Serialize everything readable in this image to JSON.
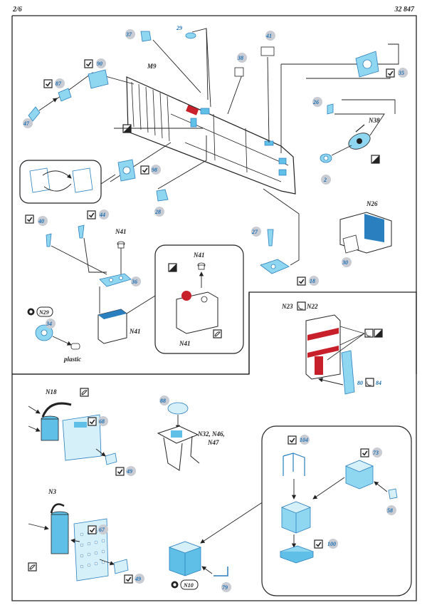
{
  "page": {
    "page_number": "2/6",
    "set_code": "32 847"
  },
  "colors": {
    "part_blue": "#5fbfe6",
    "part_dark": "#2a7fbf",
    "bubble": "#c9ccd2",
    "red": "#c8202a",
    "line": "#222222"
  },
  "models": {
    "m9": "M9",
    "n38": "N38",
    "n26": "N26",
    "n41": "N41",
    "n23": "N23",
    "n22": "N22",
    "n29": "N29",
    "n18": "N18",
    "n3": "N3",
    "n10": "N10",
    "n32": "N32, N46,",
    "n47": "N47"
  },
  "notes": {
    "plastic": "plastic"
  },
  "parts": {
    "p2": "2",
    "p18": "18",
    "p26": "26",
    "p27": "27",
    "p28": "28",
    "p29": "29",
    "p30": "30",
    "p34": "34",
    "p35": "35",
    "p36": "36",
    "p37": "37",
    "p38": "38",
    "p40": "40",
    "p41": "41",
    "p44": "44",
    "p47": "47",
    "p49a": "49",
    "p49b": "49",
    "p58": "58",
    "p67": "67",
    "p68": "68",
    "p73": "73",
    "p79": "79",
    "p80": "80",
    "p84": "84",
    "p87": "87",
    "p88": "88",
    "p90": "90",
    "p98": "98",
    "p100": "100",
    "p104": "104"
  },
  "icons": {
    "check": "bend-check-icon",
    "half": "half-tone-icon",
    "paint": "paint-icon",
    "nut": "nut-icon"
  }
}
